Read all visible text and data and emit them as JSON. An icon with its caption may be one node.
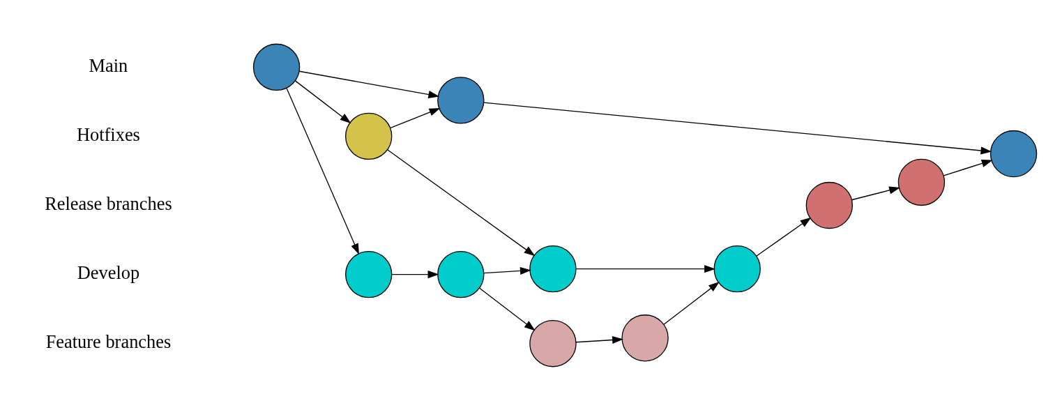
{
  "diagram": {
    "nodes": [
      {
        "text": [],
        "shape": "circle"
      },
      {
        "text": [],
        "shape": "circle"
      },
      {
        "text": [],
        "shape": "circle"
      },
      {
        "text": [],
        "shape": "circle"
      },
      {
        "text": [],
        "shape": "circle"
      },
      {
        "text": [],
        "shape": "circle"
      },
      {
        "text": [],
        "shape": "circle"
      },
      {
        "text": [],
        "shape": "circle"
      },
      {
        "text": [],
        "shape": "circle"
      },
      {
        "text": [],
        "shape": "circle"
      },
      {
        "text": [],
        "shape": "circle"
      },
      {
        "text": [],
        "shape": "circle"
      }
    ],
    "edges": [
      {
        "from": 0,
        "to": 1,
        "arrow": "to"
      },
      {
        "from": 1,
        "to": 2,
        "arrow": "to"
      },
      {
        "from": 0,
        "to": 3,
        "arrow": "to"
      },
      {
        "from": 3,
        "to": 1,
        "arrow": "to"
      },
      {
        "from": 0,
        "to": 6,
        "arrow": "to"
      },
      {
        "from": 3,
        "to": 8,
        "arrow": "to"
      },
      {
        "from": 6,
        "to": 7,
        "arrow": "to"
      },
      {
        "from": 7,
        "to": 8,
        "arrow": "to"
      },
      {
        "from": 8,
        "to": 9,
        "arrow": "to"
      },
      {
        "from": 7,
        "to": 10,
        "arrow": "to"
      },
      {
        "from": 10,
        "to": 11,
        "arrow": "to"
      },
      {
        "from": 11,
        "to": 9,
        "arrow": "to"
      },
      {
        "from": 9,
        "to": 4,
        "arrow": "to"
      },
      {
        "from": 4,
        "to": 5,
        "arrow": "to"
      },
      {
        "from": 5,
        "to": 2,
        "arrow": "to"
      }
    ],
    "labels": [
      "Main",
      "Hotfixes",
      "Release branches",
      "Develop",
      "Feature branches"
    ]
  }
}
